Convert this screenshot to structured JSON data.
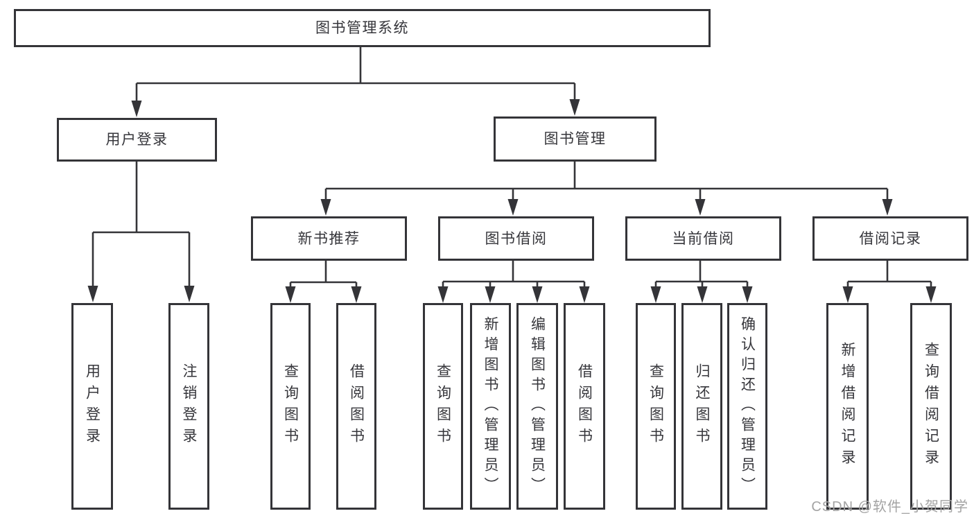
{
  "colors": {
    "line": "#343438",
    "text": "#36363b",
    "background": "#ffffff",
    "watermark": "#a3a3a3"
  },
  "tree": {
    "root": "图书管理系统",
    "branches": [
      {
        "label": "用户登录",
        "children": [
          "用户登录",
          "注销登录"
        ]
      },
      {
        "label": "图书管理",
        "sections": [
          {
            "label": "新书推荐",
            "children": [
              "查询图书",
              "借阅图书"
            ]
          },
          {
            "label": "图书借阅",
            "children": [
              "查询图书",
              "新增图书（管理员）",
              "编辑图书（管理员）",
              "借阅图书"
            ]
          },
          {
            "label": "当前借阅",
            "children": [
              "查询图书",
              "归还图书",
              "确认归还（管理员）"
            ]
          },
          {
            "label": "借阅记录",
            "children": [
              "新增借阅记录",
              "查询借阅记录"
            ]
          }
        ]
      }
    ]
  },
  "watermark": {
    "text": "CSDN @软件_小贺同学"
  }
}
